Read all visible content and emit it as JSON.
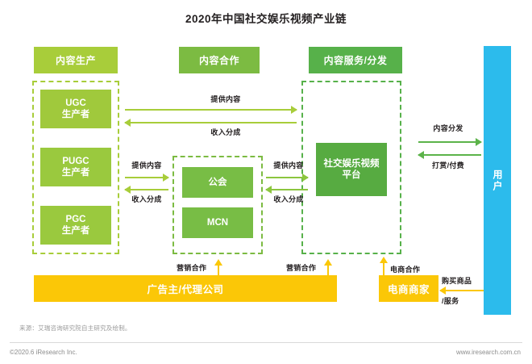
{
  "title": "2020年中国社交娱乐视频产业链",
  "colors": {
    "lime": "#a8cd3a",
    "mid_green": "#7cbb42",
    "dark_green": "#57b14a",
    "platform_green": "#57ab41",
    "user_blue": "#2cbbec",
    "yellow": "#fbc707",
    "text": "#231f20"
  },
  "stages": {
    "production": "内容生产",
    "cooperation": "内容合作",
    "service": "内容服务/分发"
  },
  "producers": [
    {
      "line1": "UGC",
      "line2": "生产者"
    },
    {
      "line1": "PUGC",
      "line2": "生产者"
    },
    {
      "line1": "PGC",
      "line2": "生产者"
    }
  ],
  "cooperation_boxes": [
    {
      "label": "公会"
    },
    {
      "label": "MCN"
    }
  ],
  "platform": {
    "line1": "社交娱乐视频",
    "line2": "平台"
  },
  "user": {
    "label": "用户"
  },
  "bottom": {
    "advertiser": "广告主/代理公司",
    "ecommerce": "电商商家"
  },
  "flows": {
    "supply_content_top": "提供内容",
    "revenue_share_top": "收入分成",
    "supply_content_left": "提供内容",
    "revenue_share_left": "收入分成",
    "supply_content_right": "提供内容",
    "revenue_share_right": "收入分成",
    "content_distribution": "内容分发",
    "tip_payment": "打赏/付费",
    "marketing_coop_1": "营销合作",
    "marketing_coop_2": "营销合作",
    "ecommerce_coop": "电商合作",
    "purchase_goods_line1": "购买商品",
    "purchase_goods_line2": "/服务"
  },
  "footer": {
    "source": "来源：艾瑞咨询研究院自主研究及绘制。",
    "copyright": "©2020.6 iResearch Inc.",
    "website": "www.iresearch.com.cn"
  }
}
